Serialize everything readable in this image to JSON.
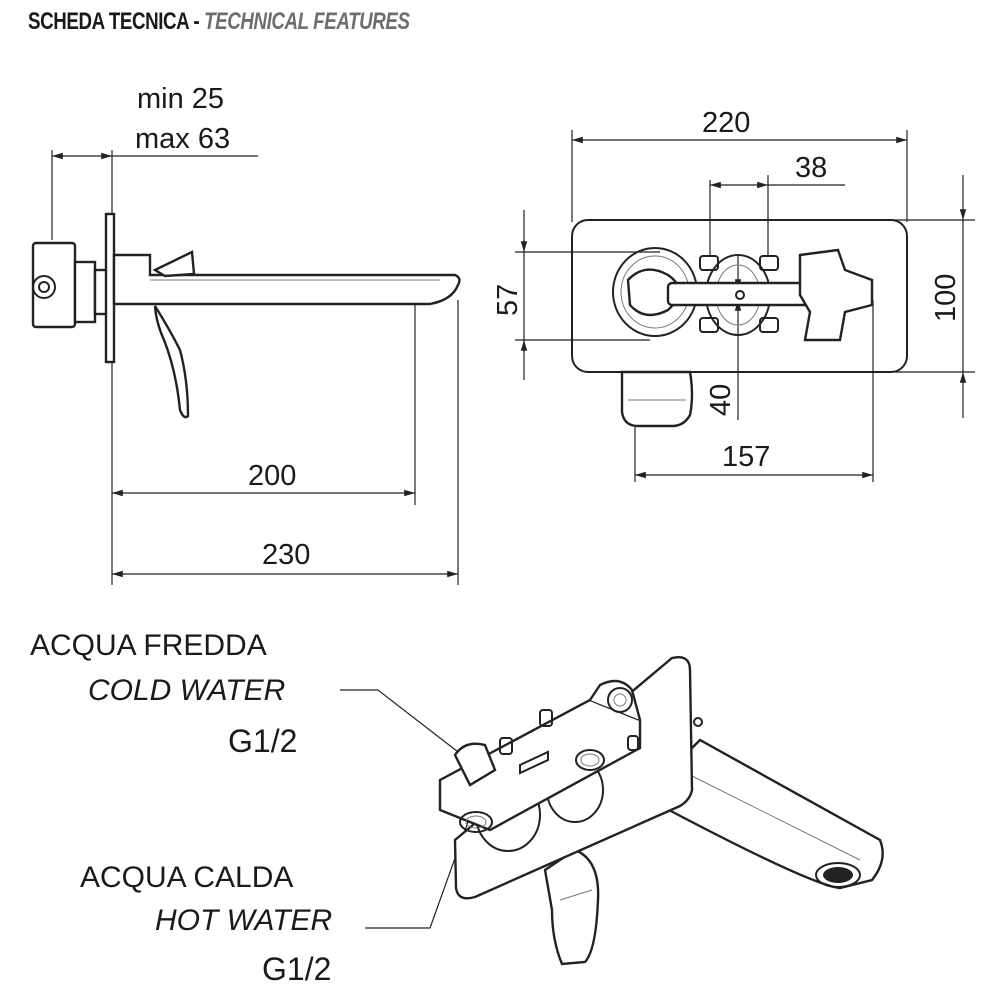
{
  "header": {
    "title_it": "SCHEDA TECNICA",
    "separator": " - ",
    "title_en": "TECHNICAL FEATURES"
  },
  "side_view": {
    "dim_min": "min 25",
    "dim_max": "max 63",
    "dim_spout": "200",
    "dim_total": "230"
  },
  "front_view": {
    "dim_width": "220",
    "dim_spacing": "38",
    "dim_height": "100",
    "dim_inner": "57",
    "dim_offset": "40",
    "dim_bottom": "157"
  },
  "iso_view": {
    "cold_it": "ACQUA FREDDA",
    "cold_en": "COLD WATER",
    "cold_thread": "G1/2",
    "hot_it": "ACQUA CALDA",
    "hot_en": "HOT WATER",
    "hot_thread": "G1/2",
    "cold_color": "#1e3aa8",
    "hot_color": "#c0283a"
  }
}
